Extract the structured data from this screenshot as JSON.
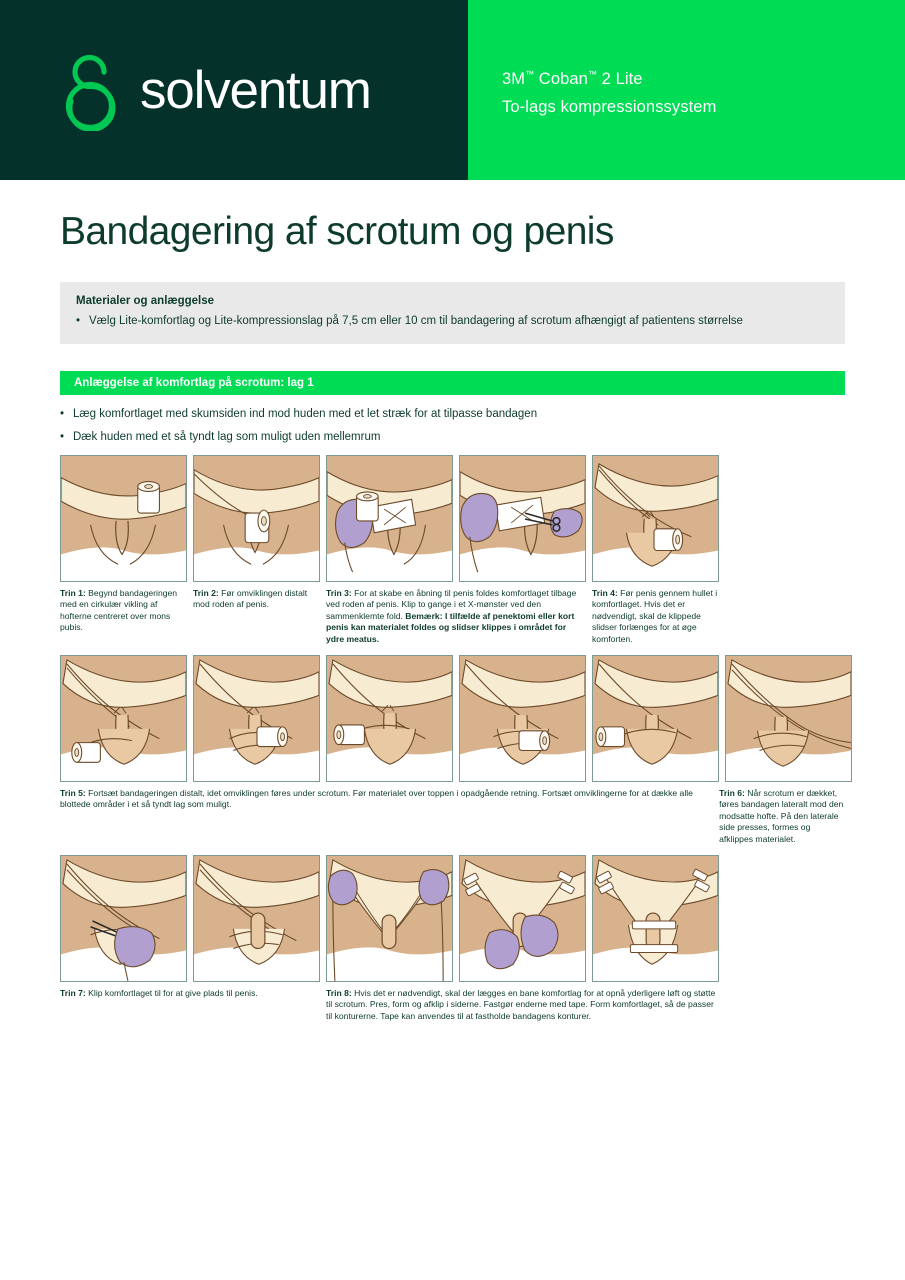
{
  "header": {
    "logo_text": "solventum",
    "logo_icon": "solventum-infinity-logo",
    "product_line1_a": "3M",
    "product_line1_tm1": "™",
    "product_line1_b": " Coban",
    "product_line1_tm2": "™",
    "product_line1_c": " 2 Lite",
    "product_line2": "To-lags kompressionssystem",
    "dark_color": "#04312a",
    "green_color": "#00dd55"
  },
  "title": "Bandagering af scrotum og penis",
  "materials": {
    "heading": "Materialer og anlæggelse",
    "bullet": "Vælg Lite-komfortlag og Lite-kompressionslag på 7,5 cm eller 10 cm til bandagering af scrotum afhængigt af patientens størrelse",
    "bullet_marker": "•",
    "bg_color": "#e9e9e9"
  },
  "section": {
    "bar_label": "Anlæggelse af komfortlag på scrotum: lag 1",
    "bullets": [
      "Læg komfortlaget med skumsiden ind mod huden med et let stræk for at tilpasse bandagen",
      "Dæk huden med et så tyndt lag som muligt uden mellemrum"
    ]
  },
  "steps": {
    "step1": {
      "label": "Trin 1:",
      "text": " Begynd bandageringen med en cirkulær vikling af hofterne centreret over mons pubis."
    },
    "step2": {
      "label": "Trin 2:",
      "text": " Før omviklingen distalt mod roden af penis."
    },
    "step3": {
      "label": "Trin 3:",
      "text": " For at skabe en åbning til penis foldes komfortlaget tilbage ved roden af penis. Klip to gange i et X-mønster ved den sammenklemte fold. ",
      "note": "Bemærk: I tilfælde af penektomi eller kort penis kan materialet foldes og slidser klippes i området for ydre meatus."
    },
    "step4": {
      "label": "Trin 4:",
      "text": " Før penis gennem hullet i komfortlaget. Hvis det er nødvendigt, skal de klippede slidser forlænges for at øge komforten."
    },
    "step5": {
      "label": "Trin 5:",
      "text": " Fortsæt bandageringen distalt, idet omviklingen føres under scrotum. Før materialet over toppen i opadgående retning. Fortsæt omviklingerne for at dække alle blottede områder i et så tyndt lag som muligt."
    },
    "step6": {
      "label": "Trin 6:",
      "text": " Når scrotum er dækket, føres bandagen lateralt mod den modsatte hofte. På den laterale side presses, formes og afklippes materialet."
    },
    "step7": {
      "label": "Trin 7:",
      "text": " Klip komfortlaget til for at give plads til penis."
    },
    "step8": {
      "label": "Trin 8:",
      "text": " Hvis det er nødvendigt, skal der lægges en bane komfortlag for at opnå yderligere løft og støtte til scrotum. Pres, form og afklip i siderne. Fastgør enderne med tape. Form komfortlaget, så de passer til konturerne. Tape kan anvendes til at fastholde bandagens konturer."
    }
  },
  "illustration_colors": {
    "skin_dark": "#d8b28c",
    "skin_light": "#f0d9b5",
    "bandage": "#fbf0d9",
    "glove": "#b1a0cf",
    "outline": "#3d2a18",
    "white": "#ffffff"
  }
}
